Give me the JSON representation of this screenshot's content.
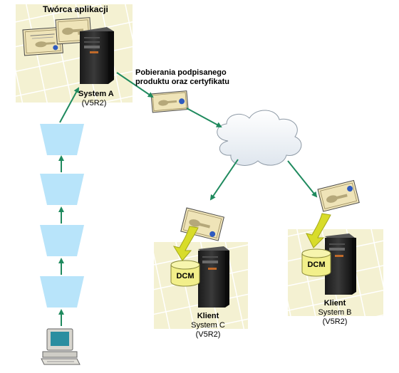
{
  "diagram": {
    "developer_title": "Twórca aplikacji",
    "download_label_line1": "Pobierania podpisanego",
    "download_label_line2": "produktu oraz certyfikatu",
    "system_a": {
      "name": "System A",
      "version": "(V5R2)"
    },
    "client_c": {
      "role": "Klient",
      "name": "System C",
      "version": "(V5R2)",
      "store": "DCM"
    },
    "client_b": {
      "role": "Klient",
      "name": "System B",
      "version": "(V5R2)",
      "store": "DCM"
    },
    "colors": {
      "arrow": "#1f8a5e",
      "funnel": "#b8e4fa",
      "panel": "#f3f0cf",
      "cd_yellow": "#f2ef8a",
      "arrow_yellow": "#d8dc2a"
    }
  }
}
